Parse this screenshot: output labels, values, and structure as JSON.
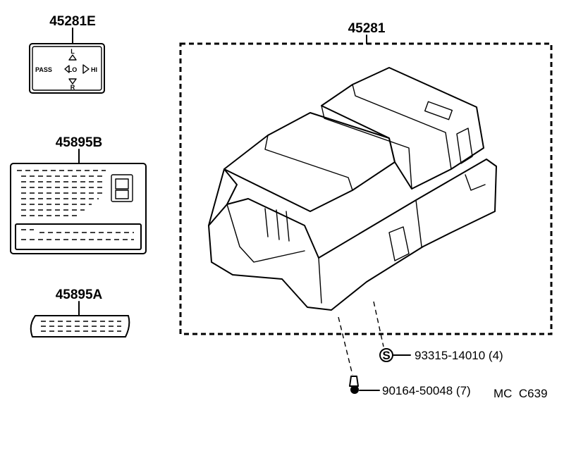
{
  "parts": {
    "label_45281E": "45281E",
    "label_45895B": "45895B",
    "label_45895A": "45895A",
    "label_45281": "45281",
    "screw_part": "93315-14010 (4)",
    "screw_symbol": "S",
    "clip_part": "90164-50048 (7)",
    "diagram_code": "MC  C639"
  },
  "switch_label": {
    "top": "L",
    "bottom": "R",
    "left": "PASS",
    "center": "LO",
    "right": "HI"
  }
}
